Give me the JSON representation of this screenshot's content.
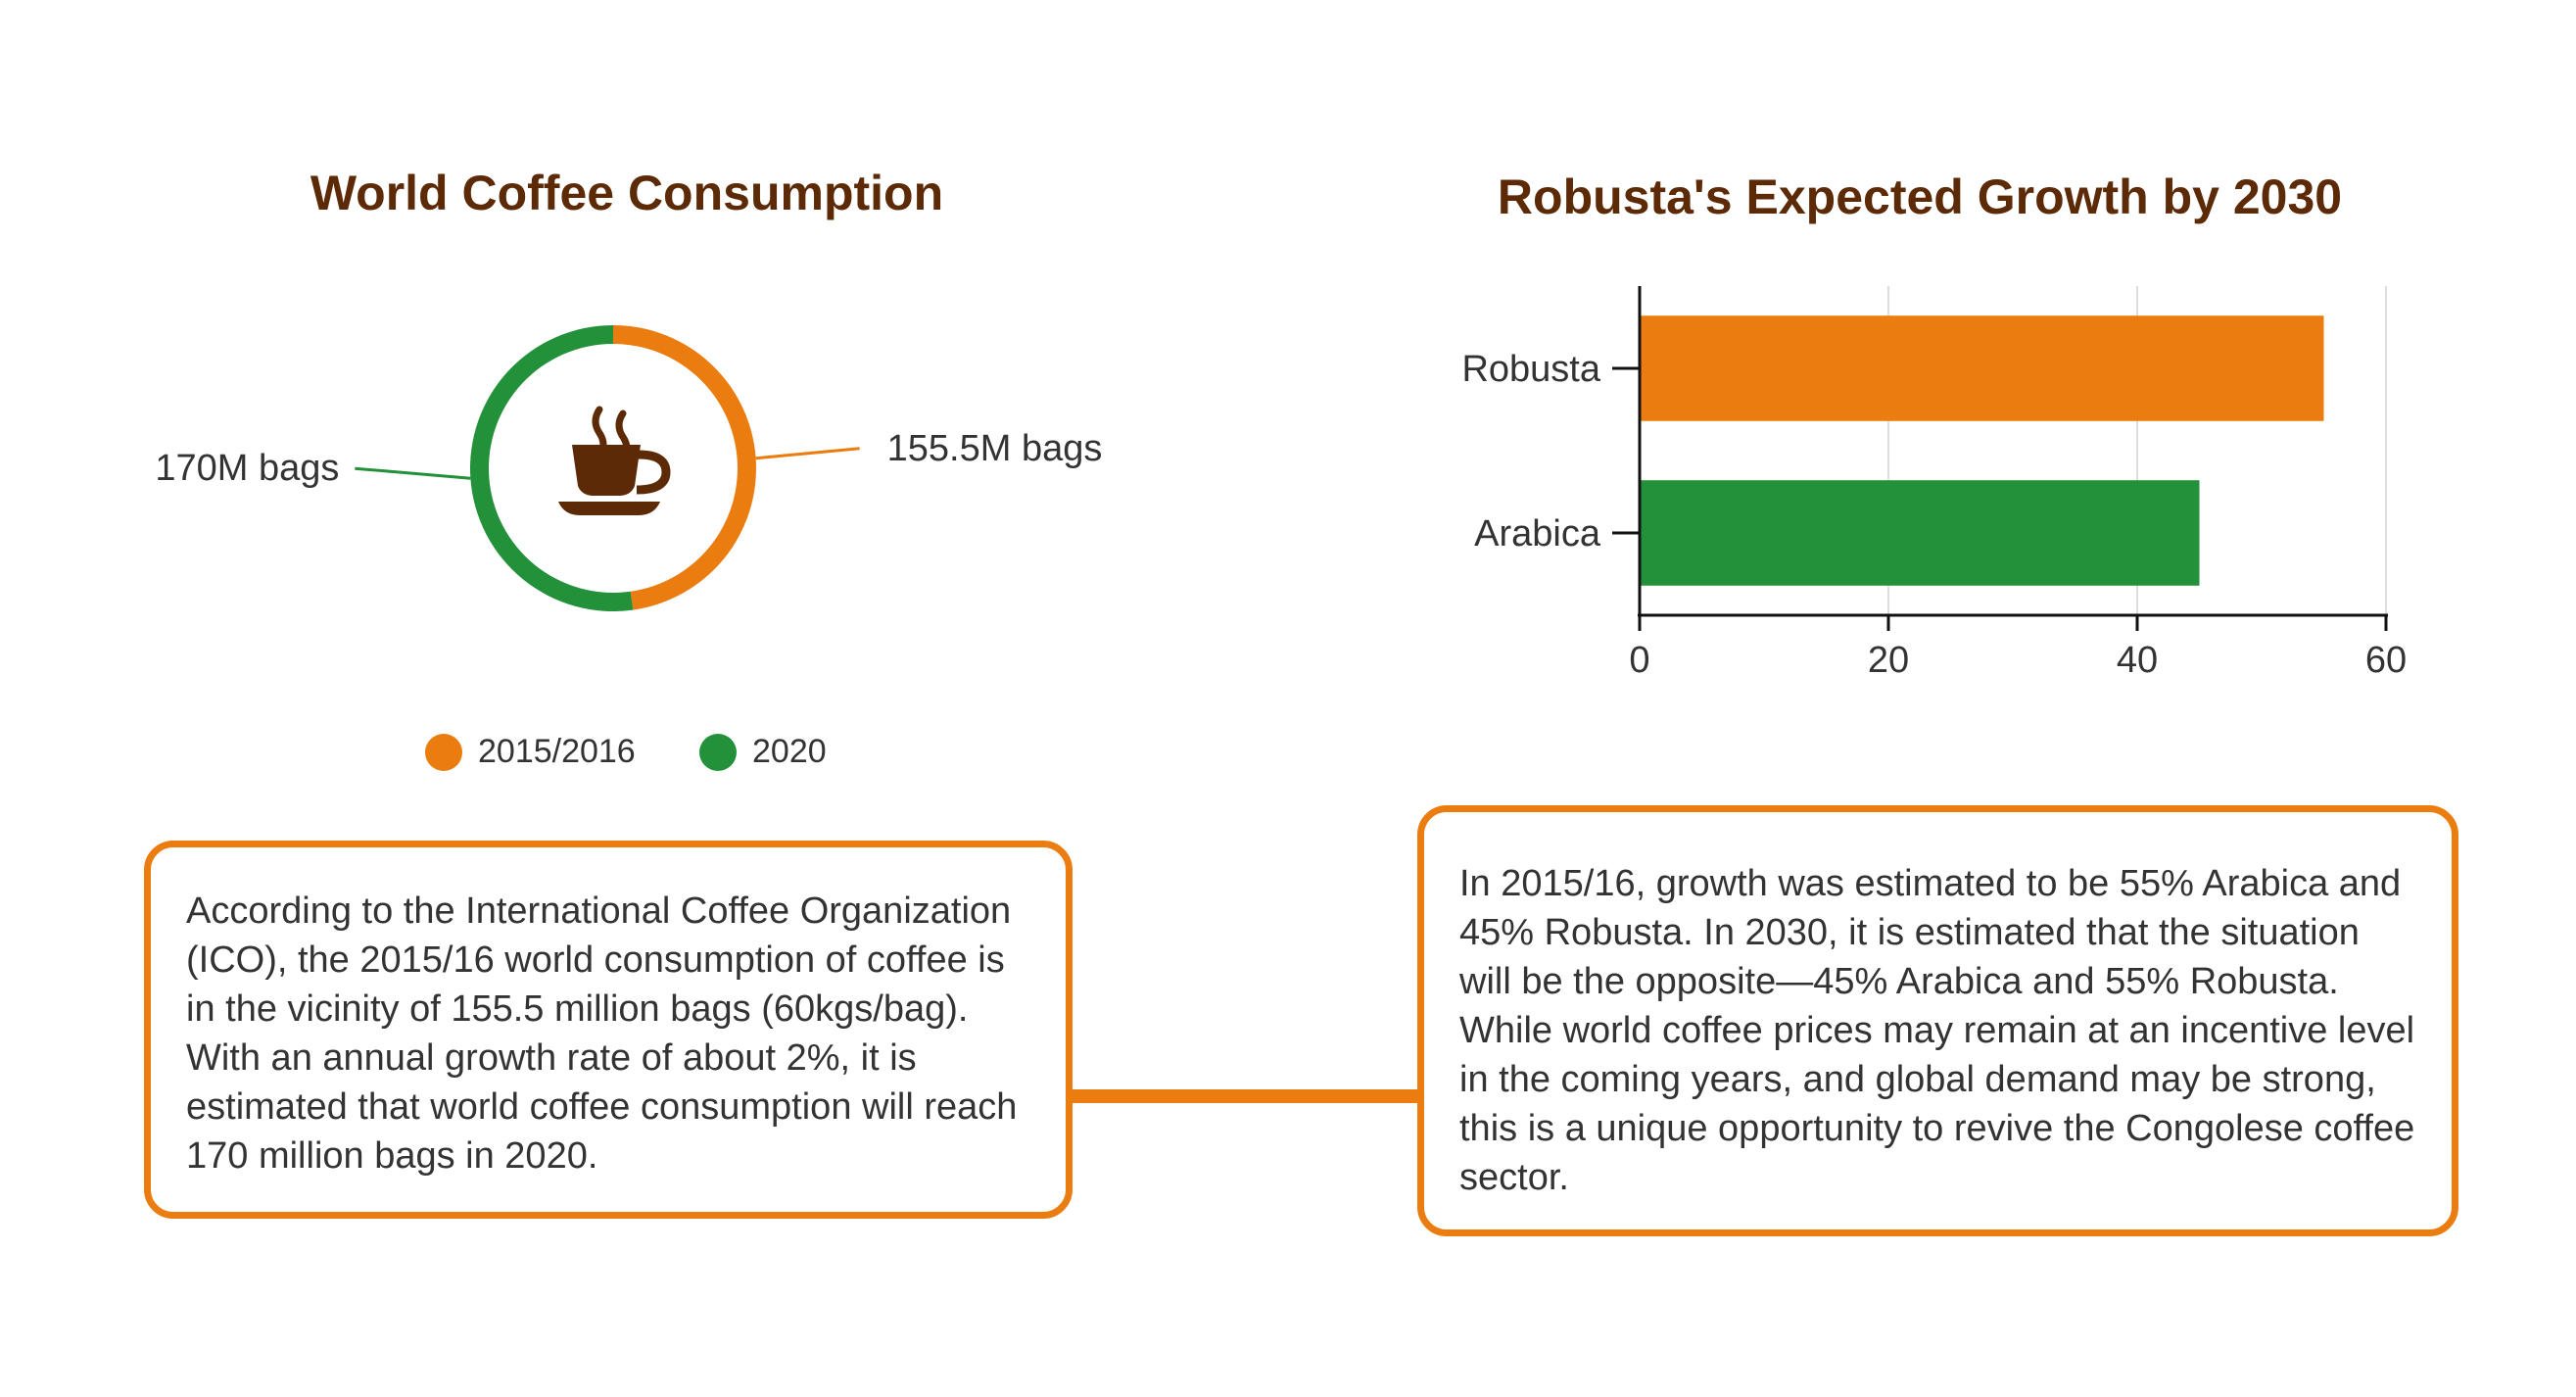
{
  "left_panel": {
    "title": "World Coffee Consumption",
    "center_icon": "coffee-cup-icon",
    "description": "According to the International Coffee Organization (ICO), the 2015/16 world consumption of coffee is in the vicinity of 155.5 million bags (60kgs/bag). With an annual growth rate of about 2%, it is estimated that world coffee consumption will reach 170 million bags in 2020."
  },
  "right_panel": {
    "title": "Robusta's Expected Growth by 2030",
    "description": "In 2015/16, growth was estimated to be 55% Arabica and 45% Robusta. In 2030, it is estimated that the situation will be the opposite—45% Arabica and 55% Robusta. While world coffee prices may remain at an incentive level in the coming years, and global demand may be strong, this is a unique opportunity to  revive the Congolese coffee sector."
  },
  "colors": {
    "orange": "#ea7c10",
    "green": "#22913a",
    "brown": "#5c2a06",
    "text": "#333333",
    "grid": "#dddddd"
  },
  "chart_data": [
    {
      "type": "pie",
      "title": "World Coffee Consumption",
      "labels": [
        "2015/2016",
        "2020"
      ],
      "values": [
        155.5,
        170
      ],
      "data_labels": [
        "155.5M bags",
        "170M bags"
      ],
      "colors": [
        "#ea7c10",
        "#22913a"
      ],
      "legend": "bottom"
    },
    {
      "type": "bar",
      "orientation": "horizontal",
      "title": "Robusta's Expected Growth by 2030",
      "categories": [
        "Robusta",
        "Arabica"
      ],
      "values": [
        55,
        45
      ],
      "colors": [
        "#ea7c10",
        "#22913a"
      ],
      "xlim": [
        0,
        60
      ],
      "xticks": [
        0,
        20,
        40,
        60
      ],
      "grid": "vertical",
      "legend": "none"
    }
  ]
}
